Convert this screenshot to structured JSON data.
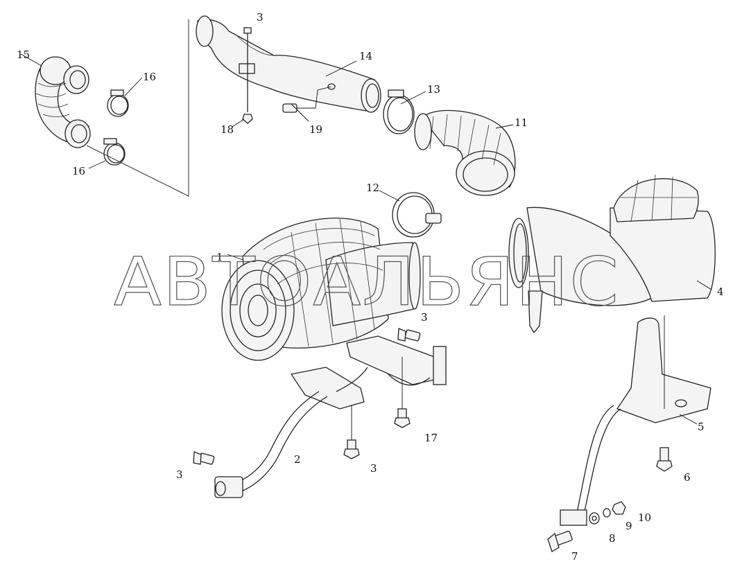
{
  "watermark": "АВТОАЛЬЯНС",
  "callouts": [
    "1",
    "2",
    "3",
    "3",
    "3",
    "3",
    "4",
    "5",
    "6",
    "7",
    "8",
    "9",
    "10",
    "11",
    "12",
    "13",
    "14",
    "15",
    "16",
    "16",
    "17",
    "18",
    "19"
  ]
}
